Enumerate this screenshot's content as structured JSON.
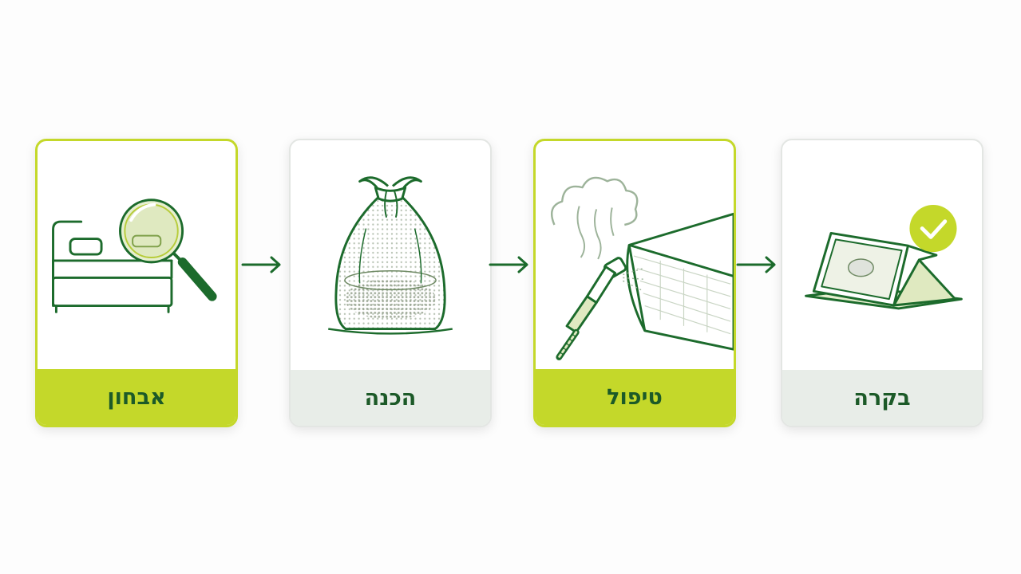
{
  "steps": [
    {
      "label": "אבחון",
      "icon": "bed-magnifier-icon"
    },
    {
      "label": "הכנה",
      "icon": "laundry-bag-icon"
    },
    {
      "label": "טיפול",
      "icon": "steam-mattress-icon"
    },
    {
      "label": "בקרה",
      "icon": "monitor-check-icon"
    }
  ],
  "colors": {
    "accent": "#c4d82a",
    "line": "#1c6b2c",
    "light": "#e8ede8"
  }
}
